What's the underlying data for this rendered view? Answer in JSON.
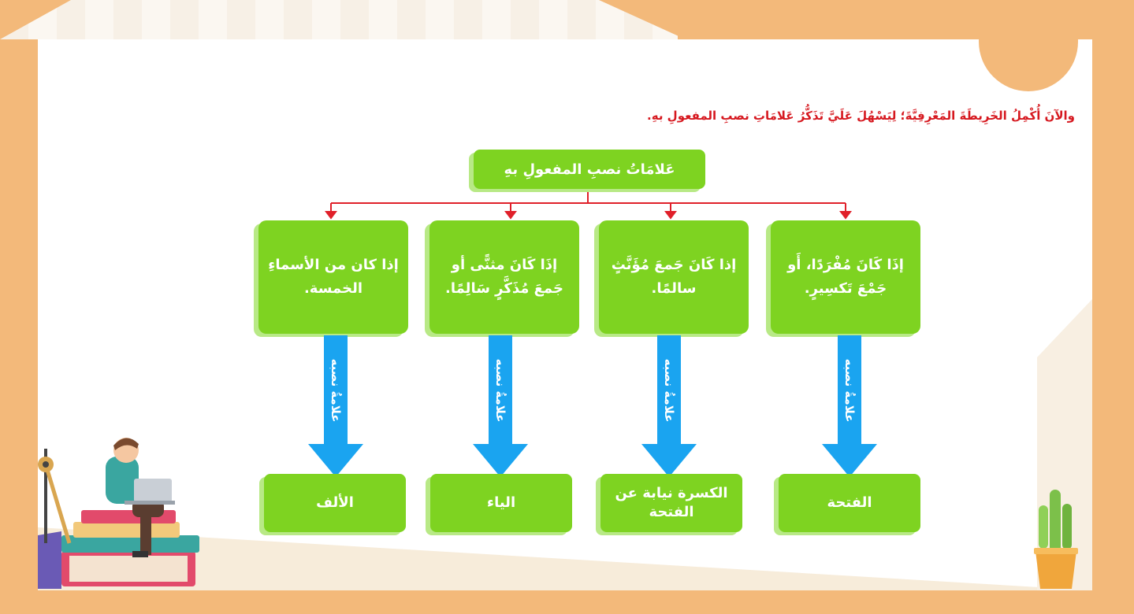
{
  "instruction": "والآنَ أُكْمِلُ الخَرِيطَةَ المَعْرِفِيَّةَ؛ لِيَسْهُلَ عَلَيَّ تَذَكُّرُ عَلامَاتِ نصبِ المفعولِ بهِ.",
  "diagram": {
    "title": "عَلامَاتُ نصبِ المفعولِ بهِ",
    "arrow_label": "علامةُ نصبه",
    "cases": [
      {
        "condition": "إذَا كَانَ مُفْرَدًا، أَو جَمْعَ تَكسِيرٍ.",
        "sign": "الفتحة"
      },
      {
        "condition": "إذا كَانَ جَمعَ مُؤَنَّثٍ سالمًا.",
        "sign": "الكسرة نيابة عن الفتحة"
      },
      {
        "condition": "إذَا كَانَ مثنًّى أو جَمعَ مُذَكَّرٍ سَالِمًا.",
        "sign": "الياء"
      },
      {
        "condition": "إذا كان من الأسماءِ الخمسة.",
        "sign": "الألف"
      }
    ]
  },
  "colors": {
    "box_green": "#7ed321",
    "box_shadow_green": "#b8e986",
    "arrow_blue": "#1aa4f0",
    "connector_red": "#e0202a",
    "instruction_red": "#d6181f",
    "frame_orange": "#f3b97a"
  },
  "decorations": {
    "left_illustration": "student-with-laptop-on-books",
    "right_illustration": "potted-cactus"
  }
}
